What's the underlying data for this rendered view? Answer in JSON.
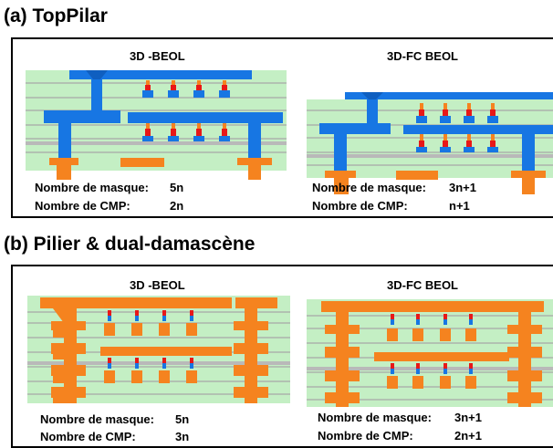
{
  "colors": {
    "dielectric": "#c4efc4",
    "line": "#a6a6a6",
    "copper": "#f5831f",
    "via_blue": "#1776e3",
    "cap_red": "#e81818",
    "text": "#000000"
  },
  "section_a": {
    "title": "(a) TopPilar",
    "left": {
      "title": "3D -BEOL",
      "mask_label": "Nombre de masque:",
      "mask_value": "5n",
      "cmp_label": "Nombre de CMP:",
      "cmp_value": "2n"
    },
    "right": {
      "title": "3D-FC BEOL",
      "mask_label": "Nombre de masque:",
      "mask_value": "3n+1",
      "cmp_label": "Nombre de CMP:",
      "cmp_value": "n+1"
    }
  },
  "section_b": {
    "title": "(b) Pilier & dual-damascène",
    "left": {
      "title": "3D -BEOL",
      "mask_label": "Nombre de masque:",
      "mask_value": "5n",
      "cmp_label": "Nombre de CMP:",
      "cmp_value": "3n"
    },
    "right": {
      "title": "3D-FC BEOL",
      "mask_label": "Nombre de masque:",
      "mask_value": "3n+1",
      "cmp_label": "Nombre de CMP:",
      "cmp_value": "2n+1"
    }
  }
}
